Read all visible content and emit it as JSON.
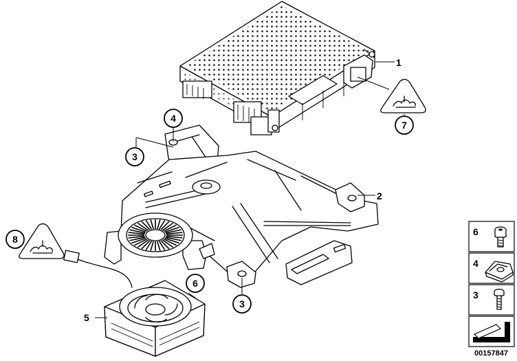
{
  "callouts": {
    "c1": "1",
    "c2": "2",
    "c3a": "3",
    "c3b": "3",
    "c4": "4",
    "c5": "5",
    "c6": "6",
    "c7": "7",
    "c8": "8"
  },
  "legend": [
    {
      "number": "6",
      "icon": "bolt-hex-socket-icon"
    },
    {
      "number": "4",
      "icon": "clip-nut-icon"
    },
    {
      "number": "3",
      "icon": "screw-icon"
    },
    {
      "number": "",
      "icon": "arrow-icon"
    }
  ],
  "diagram_id": "00157847",
  "warning_icon": "esd-warning-triangle-icon"
}
